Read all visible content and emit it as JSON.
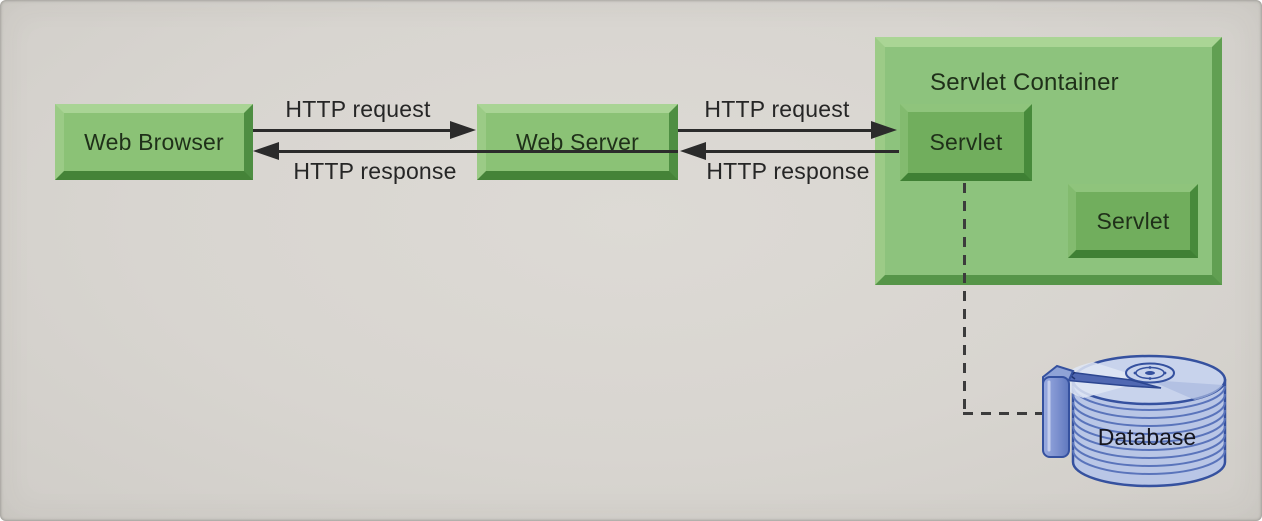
{
  "nodes": {
    "web_browser": {
      "label": "Web Browser"
    },
    "web_server": {
      "label": "Web Server"
    },
    "servlet_container": {
      "label": "Servlet Container"
    },
    "servlet_top": {
      "label": "Servlet"
    },
    "servlet_bottom": {
      "label": "Servlet"
    },
    "database": {
      "label": "Database"
    }
  },
  "edges": {
    "req1": {
      "label": "HTTP request",
      "from": "web_browser",
      "to": "web_server",
      "direction": "right"
    },
    "res1": {
      "label": "HTTP response",
      "from": "web_server",
      "to": "web_browser",
      "direction": "left"
    },
    "req2": {
      "label": "HTTP request",
      "from": "web_server",
      "to": "servlet_top",
      "direction": "right"
    },
    "res2": {
      "label": "HTTP response",
      "from": "servlet_top",
      "to": "web_server",
      "direction": "left"
    },
    "db_link": {
      "label": "",
      "from": "servlet_top",
      "to": "database",
      "style": "dashed"
    }
  },
  "colors": {
    "background": "#d8d5d0",
    "node_green_face": "#8bc276",
    "container_green_face": "#8dc37d",
    "servlet_green_face": "#71ae5d",
    "bevel_light": "#a9d495",
    "bevel_dark": "#4a8a3e",
    "arrow": "#2b2b2b",
    "edge_label_text": "#262626",
    "node_text": "#1f3019",
    "database_fill": "#b9c6e6",
    "database_ridge": "#5a74bb",
    "database_outline": "#35519f"
  }
}
